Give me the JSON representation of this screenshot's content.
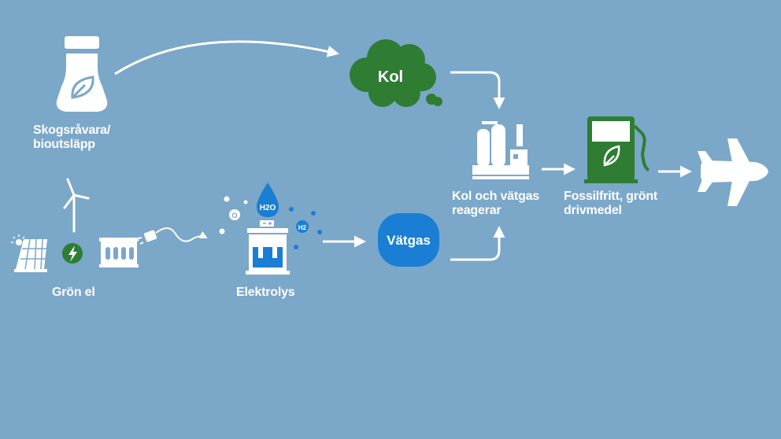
{
  "nodes": {
    "forest": {
      "lines": [
        "Skogsråvara/",
        "bioutsläpp"
      ]
    },
    "carbon": {
      "label": "Kol"
    },
    "green_power": {
      "label": "Grön el"
    },
    "electrolysis": {
      "label": "Elektrolys"
    },
    "hydrogen": {
      "label": "Vätgas"
    },
    "reaction": {
      "lines": [
        "Kol och vätgas",
        "reagerar"
      ]
    },
    "fuel": {
      "lines": [
        "Fossilfritt, grönt",
        "drivmedel"
      ]
    }
  },
  "molecules": {
    "water": "H2O",
    "hydrogen": "H2",
    "oxygen": "O"
  },
  "colors": {
    "background": "#7ba7c9",
    "green": "#2e7d32",
    "blue": "#1a7fd4",
    "white": "#ffffff"
  }
}
